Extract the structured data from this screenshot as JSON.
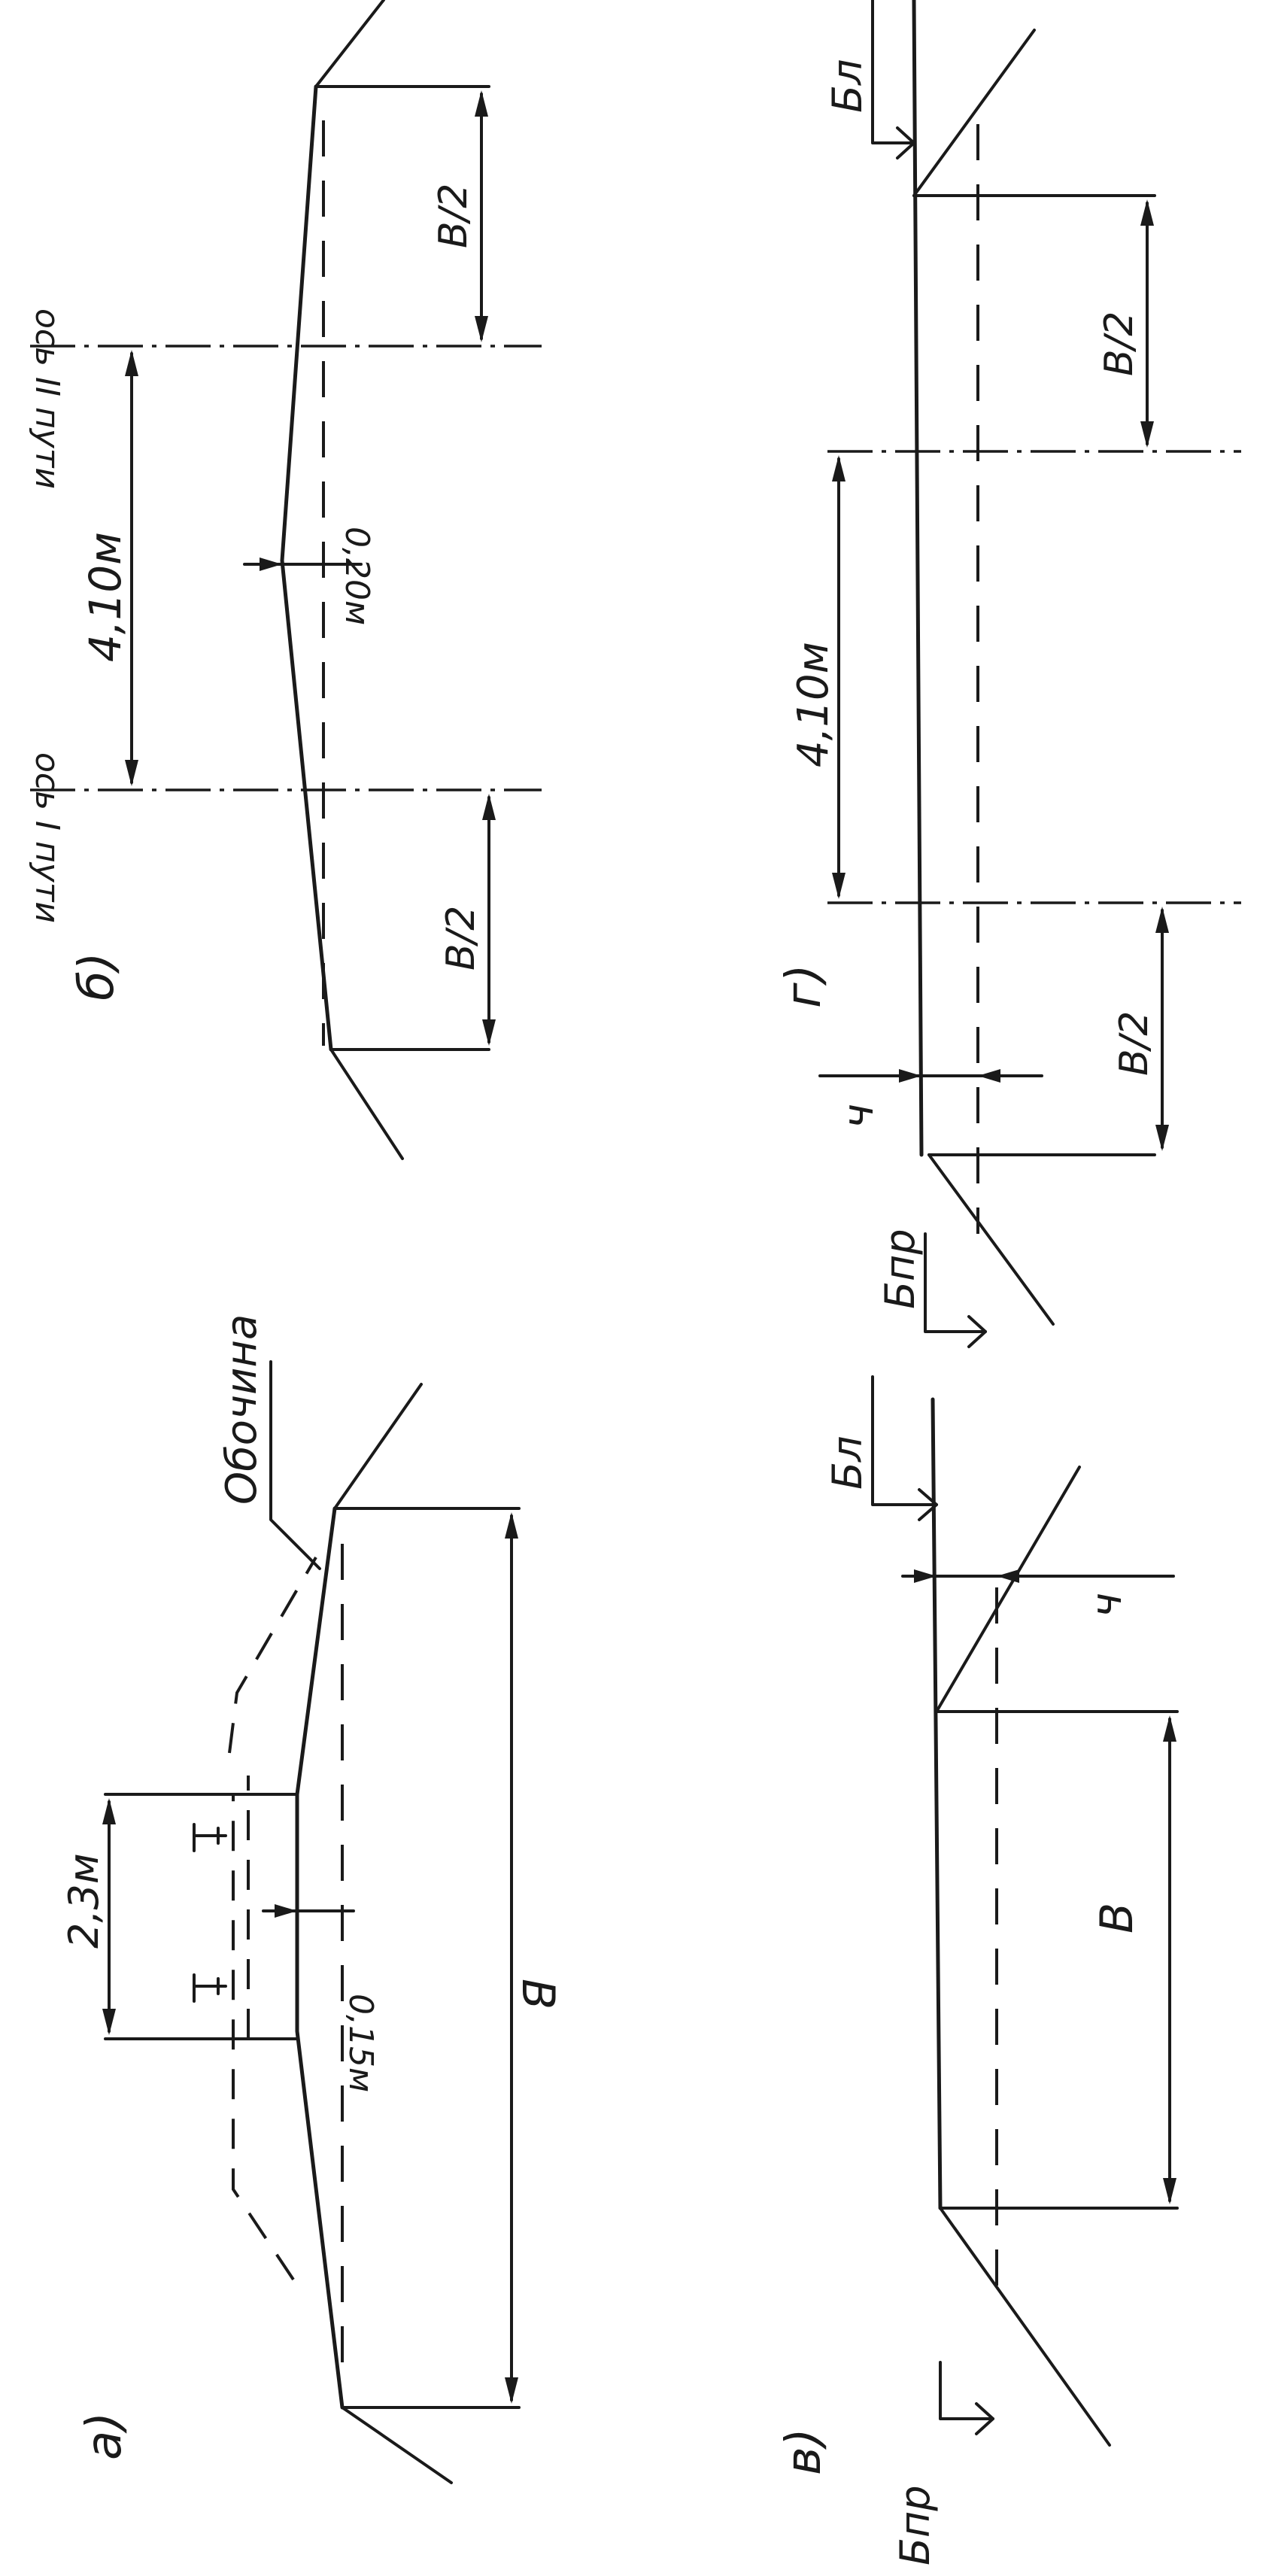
{
  "panels": {
    "a": {
      "label": "a)",
      "track_gauge": "2,3м",
      "crown_height": "0,15м",
      "width": "В",
      "shoulder_note": "Обочина"
    },
    "b": {
      "label": "б)",
      "track_spacing": "4,10м",
      "crown_height": "0,20м",
      "half_width_left": "В/2",
      "half_width_right": "В/2",
      "axis_track_1": "ось I пути",
      "axis_track_2": "ось II пути"
    },
    "c": {
      "label": "в)",
      "width": "В",
      "depth": "ч",
      "ditch_left": "Бпр",
      "ditch_right": "Бл"
    },
    "d": {
      "label": "г)",
      "track_spacing": "4,10м",
      "half_width_left": "В/2",
      "half_width_right": "В/2",
      "depth": "ч",
      "ditch_left": "Бпр",
      "ditch_right": "Бл"
    }
  }
}
